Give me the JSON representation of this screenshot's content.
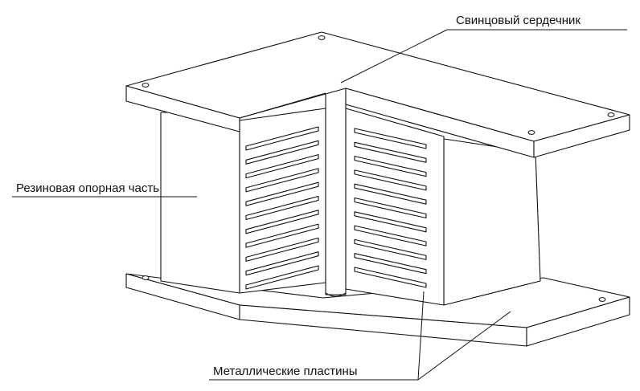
{
  "labels": {
    "lead_core": "Свинцовый сердечник",
    "rubber_bearing": "Резиновая опорная часть",
    "metal_plates": "Металлические пластины"
  },
  "structure": {
    "left_face_plate_count": 11,
    "right_face_plate_count": 11,
    "top_plate_bolt_holes": 4,
    "bottom_plate_bolt_holes": 2
  },
  "colors": {
    "line": "#111111",
    "fill": "#ffffff"
  }
}
